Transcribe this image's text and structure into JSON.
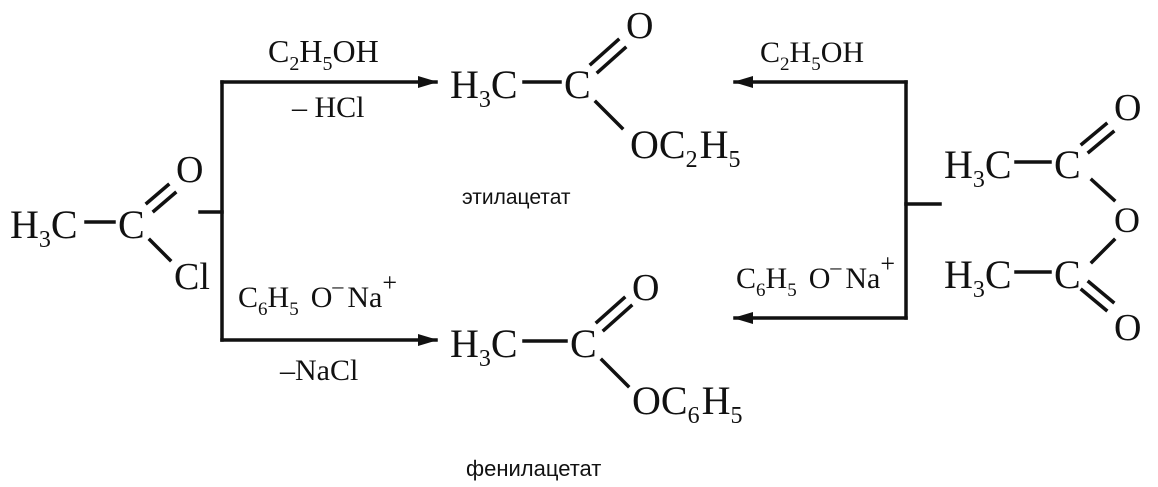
{
  "acetyl_chloride": {
    "h": "H",
    "three": "3",
    "c1": "C",
    "c2": "C",
    "o": "O",
    "cl": "Cl"
  },
  "acetic_anhydride": {
    "top": {
      "h": "H",
      "three": "3",
      "c1": "C",
      "c2": "C"
    },
    "o_top": "O",
    "o_bridge": "O",
    "bottom": {
      "h": "H",
      "three": "3",
      "c1": "C",
      "c2": "C"
    },
    "o_bottom": "O"
  },
  "ethyl_acetate": {
    "h": "H",
    "three": "3",
    "c1": "C",
    "c2": "C",
    "o": "O",
    "oc": "OC",
    "two": "2",
    "h2": "H",
    "five": "5",
    "name": "этилацетат"
  },
  "phenyl_acetate": {
    "h": "H",
    "three": "3",
    "c1": "C",
    "c2": "C",
    "o": "O",
    "oc": "OC",
    "six": "6",
    "h2": "H",
    "five": "5",
    "name": "фенилацетат"
  },
  "reagents": {
    "ethanol_left": {
      "c": "C",
      "two": "2",
      "h": "H",
      "five": "5",
      "oh": "OH"
    },
    "hcl_out": "– HCl",
    "phenoxide_left": {
      "c": "C",
      "six": "6",
      "h": "H",
      "five": "5",
      "o": "O",
      "minus": "–",
      "na": "Na",
      "plus": "+"
    },
    "nacl_out": "–NaCl",
    "ethanol_right": {
      "c": "C",
      "two": "2",
      "h": "H",
      "five": "5",
      "oh": "OH"
    },
    "phenoxide_right": {
      "c": "C",
      "six": "6",
      "h": "H",
      "five": "5",
      "o": "O",
      "minus": "–",
      "na": "Na",
      "plus": "+"
    }
  }
}
